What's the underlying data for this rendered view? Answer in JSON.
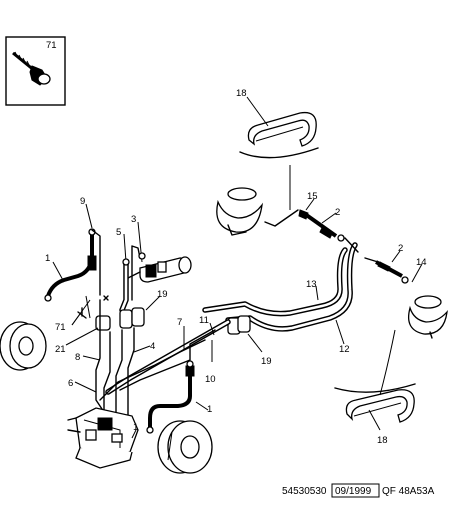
{
  "inset": {
    "label": "71"
  },
  "callouts": {
    "c1a": "1",
    "c1b": "1",
    "c1c": "1",
    "c2a": "2",
    "c2b": "2",
    "c3": "3",
    "c4": "4",
    "c5": "5",
    "c6": "6",
    "c7": "7",
    "c8": "8",
    "c9": "9",
    "c10": "10",
    "c11": "11",
    "c12": "12",
    "c13": "13",
    "c14": "14",
    "c15": "15",
    "c18a": "18",
    "c18b": "18",
    "c19a": "19",
    "c19b": "19",
    "c21": "21",
    "c71": "71"
  },
  "footer": {
    "part_number": "54530530",
    "date": "09/1999",
    "code": "QF 48A53A"
  }
}
